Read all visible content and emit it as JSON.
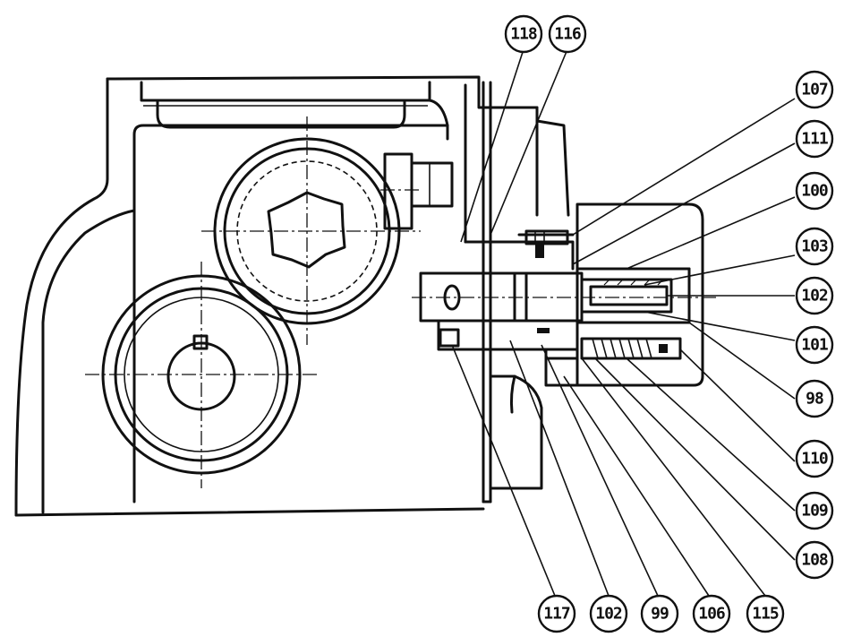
{
  "callouts": {
    "c118": "118",
    "c116": "116",
    "c107": "107",
    "c111": "111",
    "c100": "100",
    "c103": "103",
    "c102": "102",
    "c101": "101",
    "c98": "98",
    "c110": "110",
    "c109": "109",
    "c108": "108",
    "c117": "117",
    "c102b": "102",
    "c99": "99",
    "c106": "106",
    "c115": "115"
  }
}
